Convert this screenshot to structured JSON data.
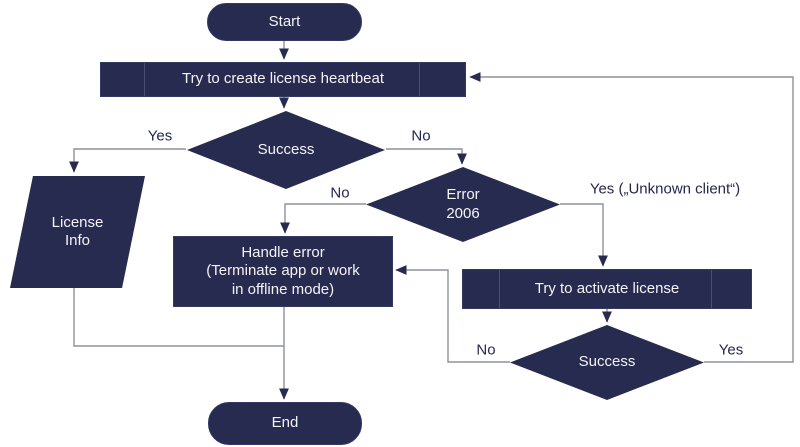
{
  "colors": {
    "shape_fill": "#262b4f",
    "shape_text": "#f4f4f6",
    "connector": "#8f919d",
    "arrowhead": "#262b4f",
    "label_text": "#232850",
    "background": "#ffffff"
  },
  "nodes": {
    "start": {
      "type": "terminator",
      "label": "Start"
    },
    "heartbeat": {
      "type": "predefined-process",
      "label": "Try to create license heartbeat"
    },
    "success1": {
      "type": "decision",
      "label": "Success"
    },
    "license_info": {
      "type": "data",
      "line1": "License",
      "line2": "Info"
    },
    "error2006": {
      "type": "decision",
      "line1": "Error",
      "line2": "2006"
    },
    "handle_error": {
      "type": "process",
      "line1": "Handle error",
      "line2": "(Terminate app or work",
      "line3": "in offline mode)"
    },
    "activate": {
      "type": "predefined-process",
      "label": "Try to activate license"
    },
    "success2": {
      "type": "decision",
      "label": "Success"
    },
    "end": {
      "type": "terminator",
      "label": "End"
    }
  },
  "edge_labels": {
    "success1_yes": "Yes",
    "success1_no": "No",
    "error_no": "No",
    "error_yes": "Yes („Unknown client“)",
    "success2_no": "No",
    "success2_yes": "Yes"
  }
}
